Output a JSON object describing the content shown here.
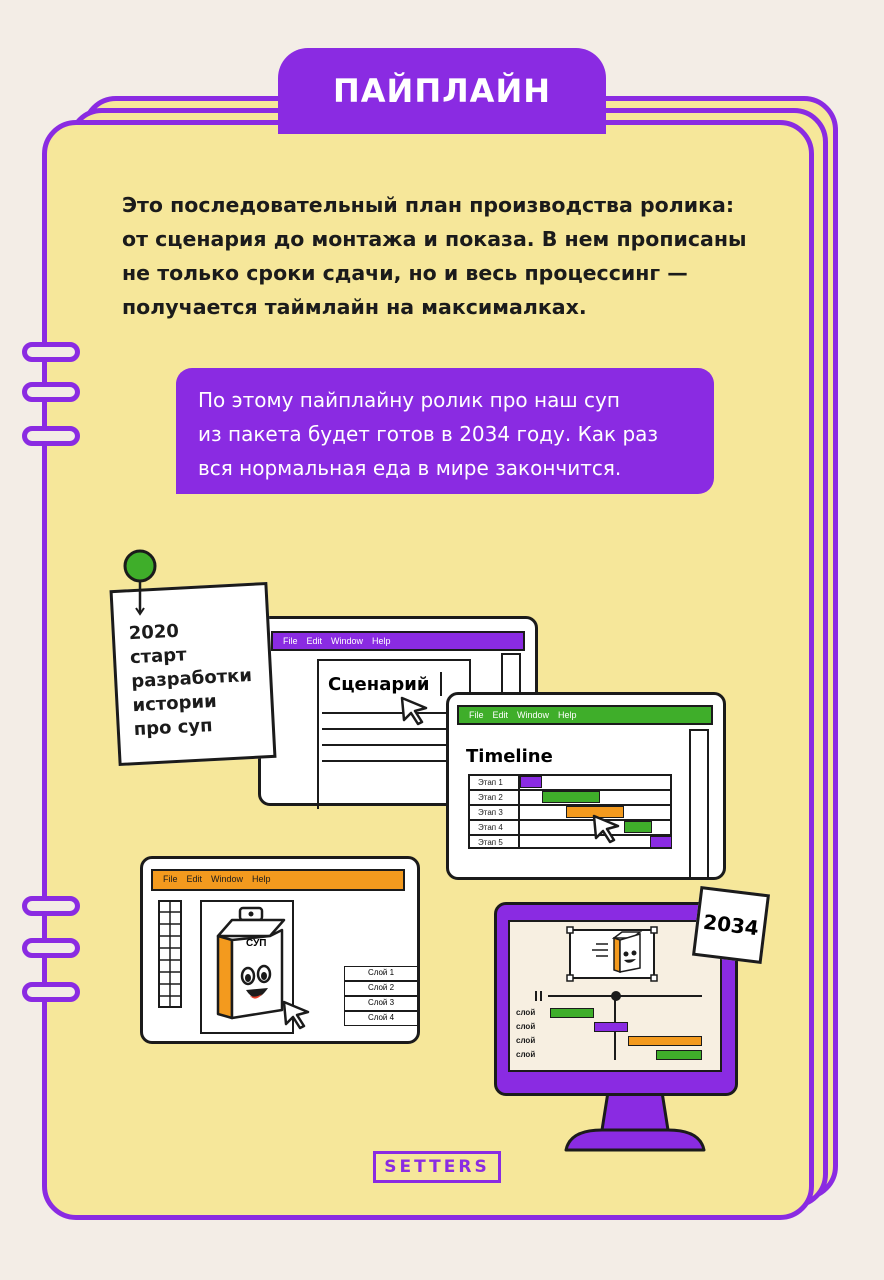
{
  "header": {
    "title": "ПАЙПЛАЙН"
  },
  "intro": {
    "lines": [
      "Это последовательный план производства ролика:",
      "от сценария до монтажа и показа. В нем прописаны",
      "не только сроки сдачи, но и весь процессинг —",
      "получается таймлайн на максималках."
    ]
  },
  "bubble": {
    "lines": [
      "По этому пайплайну ролик про наш суп",
      "из пакета будет готов в 2034 году. Как раз",
      "вся нормальная еда в мире закончится."
    ]
  },
  "note": {
    "lines": [
      "2020",
      "старт",
      "разработки",
      "истории",
      "про суп"
    ]
  },
  "menu": {
    "file": "File",
    "edit": "Edit",
    "window": "Window",
    "help": "Help"
  },
  "script_window": {
    "heading": "Сценарий"
  },
  "timeline_window": {
    "heading": "Timeline",
    "rows": [
      "Этап 1",
      "Этап 2",
      "Этап 3",
      "Этап 4",
      "Этап 5"
    ]
  },
  "editor_window": {
    "package_label": "СУП",
    "layers": [
      "Слой 1",
      "Слой 2",
      "Слой 3",
      "Слой 4"
    ]
  },
  "monitor": {
    "year_badge": "2034",
    "tracks": [
      "слой",
      "слой",
      "слой",
      "слой"
    ]
  },
  "footer": {
    "logo": "SETTERS"
  },
  "colors": {
    "purple": "#8a2be2",
    "yellow": "#f6e79a",
    "green": "#3fae2a",
    "orange": "#f39a1e"
  }
}
